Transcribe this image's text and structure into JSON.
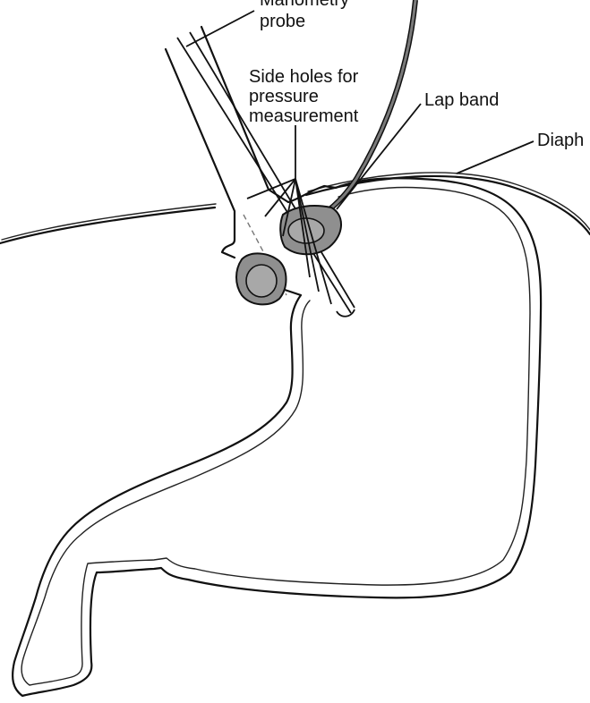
{
  "labels": {
    "manometry_probe_line1": "Manometry",
    "manometry_probe_line2": "probe",
    "side_holes_line1": "Side holes for",
    "side_holes_line2": "pressure",
    "side_holes_line3": "measurement",
    "lap_band": "Lap band",
    "diaphragm": "Diaph"
  },
  "colors": {
    "line": "#111111",
    "band_fill": "#8f8f8f",
    "band_lumen_fill": "#a8a8a8",
    "background": "#ffffff"
  }
}
